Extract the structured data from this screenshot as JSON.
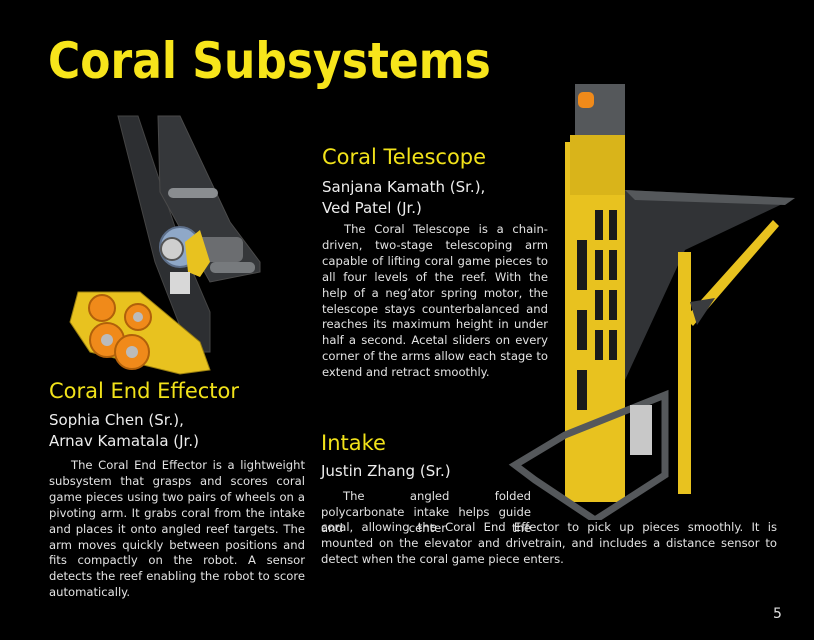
{
  "page": {
    "title": "Coral Subsystems",
    "page_number": "5"
  },
  "sections": {
    "telescope": {
      "heading": "Coral Telescope",
      "authors": [
        "Sanjana Kamath (Sr.),",
        "Ved Patel (Jr.)"
      ],
      "body": "The Coral Telescope is a chain-driven, two-stage telescoping arm capable of lifting coral game pieces to all four levels of the reef. With the help of a neg’ator spring motor, the telescope stays counterbalanced and reaches its maximum height in under half a second. Acetal sliders on every corner of the arms allow each stage to extend and retract smoothly."
    },
    "end_effector": {
      "heading": "Coral End Effector",
      "authors": [
        "Sophia Chen (Sr.),",
        "Arnav Kamatala (Jr.)"
      ],
      "body": "The Coral End Effector is a lightweight subsystem that grasps and scores coral game pieces using two pairs of wheels on a pivoting arm. It grabs coral from the intake and places it onto angled reef targets. The arm moves quickly between positions and fits compactly on the robot. A sensor detects the reef enabling the robot to score automatically."
    },
    "intake": {
      "heading": "Intake",
      "authors": [
        "Justin Zhang (Sr.)"
      ],
      "body_part1": "The angled folded polycarbonate intake helps guide and center the",
      "body_part2": "coral, allowing the Coral End Effector to pick up pieces smoothly. It is mounted on the elevator and drivetrain, and includes a distance sensor to detect when the coral game piece enters."
    }
  },
  "figures": {
    "end_effector_render": "coral-end-effector-cad-render",
    "telescope_render": "coral-telescope-and-intake-cad-render"
  },
  "colors": {
    "background": "#000000",
    "heading_yellow": "#f7e51b",
    "body_text": "#e3e3e3",
    "part_yellow": "#e8c21f",
    "part_orange": "#f08a1a",
    "part_gray": "#3b3d40"
  }
}
